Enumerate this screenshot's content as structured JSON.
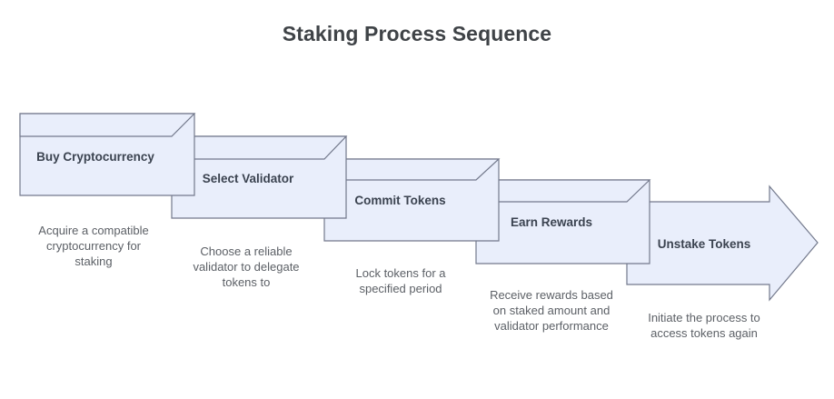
{
  "title": "Staking Process Sequence",
  "theme": {
    "background": "#ffffff",
    "shape_fill": "#e9eefb",
    "shape_stroke": "#73798c",
    "title_color": "#3f4347",
    "label_color": "#3b4350",
    "description_color": "#5c6066"
  },
  "diagram": {
    "type": "process-flow",
    "direction": "left-to-right",
    "steps": [
      {
        "index": 1,
        "label": "Buy Cryptocurrency",
        "description": "Acquire a compatible cryptocurrency for staking",
        "shape": "notched-rectangle"
      },
      {
        "index": 2,
        "label": "Select Validator",
        "description": "Choose a reliable validator to delegate tokens to",
        "shape": "notched-rectangle"
      },
      {
        "index": 3,
        "label": "Commit Tokens",
        "description": "Lock tokens for a specified period",
        "shape": "notched-rectangle"
      },
      {
        "index": 4,
        "label": "Earn Rewards",
        "description": "Receive rewards based on staked amount and validator performance",
        "shape": "notched-rectangle"
      },
      {
        "index": 5,
        "label": "Unstake Tokens",
        "description": "Initiate the process to access tokens again",
        "shape": "arrow"
      }
    ]
  }
}
